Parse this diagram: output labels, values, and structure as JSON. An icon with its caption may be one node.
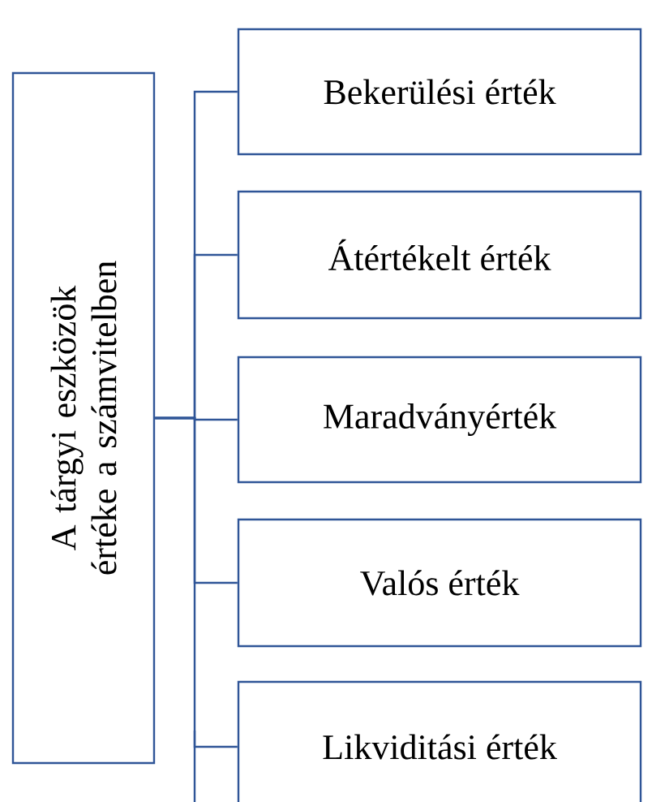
{
  "diagram": {
    "nodes": [
      {
        "text": [
          "A tárgyi eszközök értéke a számvitelben"
        ]
      },
      {
        "text": [
          "Bekerülési érték"
        ]
      },
      {
        "text": [
          "Átértékelt érték"
        ]
      },
      {
        "text": [
          "Maradványérték"
        ]
      },
      {
        "text": [
          "Valós érték"
        ]
      },
      {
        "text": [
          "Likviditási érték"
        ]
      }
    ],
    "edges": [
      {
        "from": 0,
        "to": 1,
        "arrow": "none"
      },
      {
        "from": 0,
        "to": 2,
        "arrow": "none"
      },
      {
        "from": 0,
        "to": 3,
        "arrow": "none"
      },
      {
        "from": 0,
        "to": 4,
        "arrow": "none"
      },
      {
        "from": 0,
        "to": 5,
        "arrow": "none"
      }
    ]
  }
}
